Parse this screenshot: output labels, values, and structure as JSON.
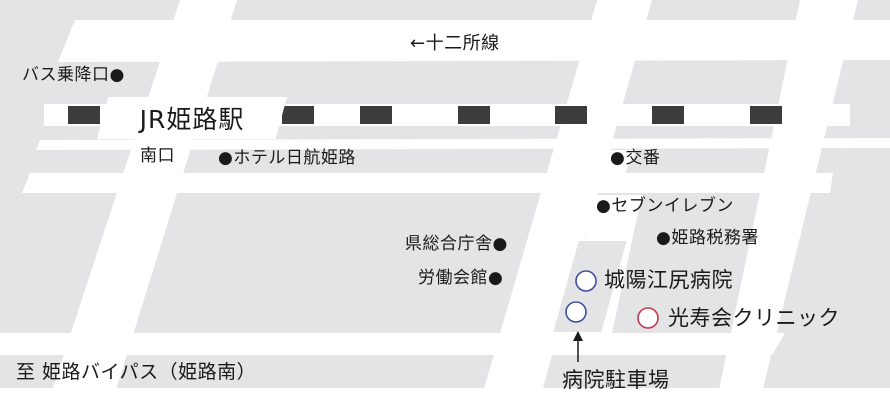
{
  "station": {
    "name": "JR姫路駅"
  },
  "rail_line": {
    "label": "←十二所線"
  },
  "bus_stop": {
    "label": "バス乗降口●"
  },
  "south_exit": {
    "label": "南口"
  },
  "hotel": {
    "label": "●ホテル日航姫路"
  },
  "police_box": {
    "label": "●交番"
  },
  "seven_eleven": {
    "label": "●セブンイレブン"
  },
  "tax_office": {
    "label": "●姫路税務署"
  },
  "prefectural_office": {
    "label": "県総合庁舎●"
  },
  "labor_hall": {
    "label": "労働会館●"
  },
  "hospital": {
    "label": "城陽江尻病院",
    "marker_color": "#3e4fa3"
  },
  "clinic": {
    "label": "光寿会クリニック",
    "marker_color": "#c0394e"
  },
  "parking": {
    "label": "病院駐車場",
    "marker_color": "#3e4fa3"
  },
  "bypass": {
    "label": "至 姫路バイパス（姫路南）"
  },
  "colors": {
    "block": "#e4e3e5",
    "road": "#ffffff",
    "rail_dark": "#3c3c3c",
    "text": "#1a1a1a"
  }
}
